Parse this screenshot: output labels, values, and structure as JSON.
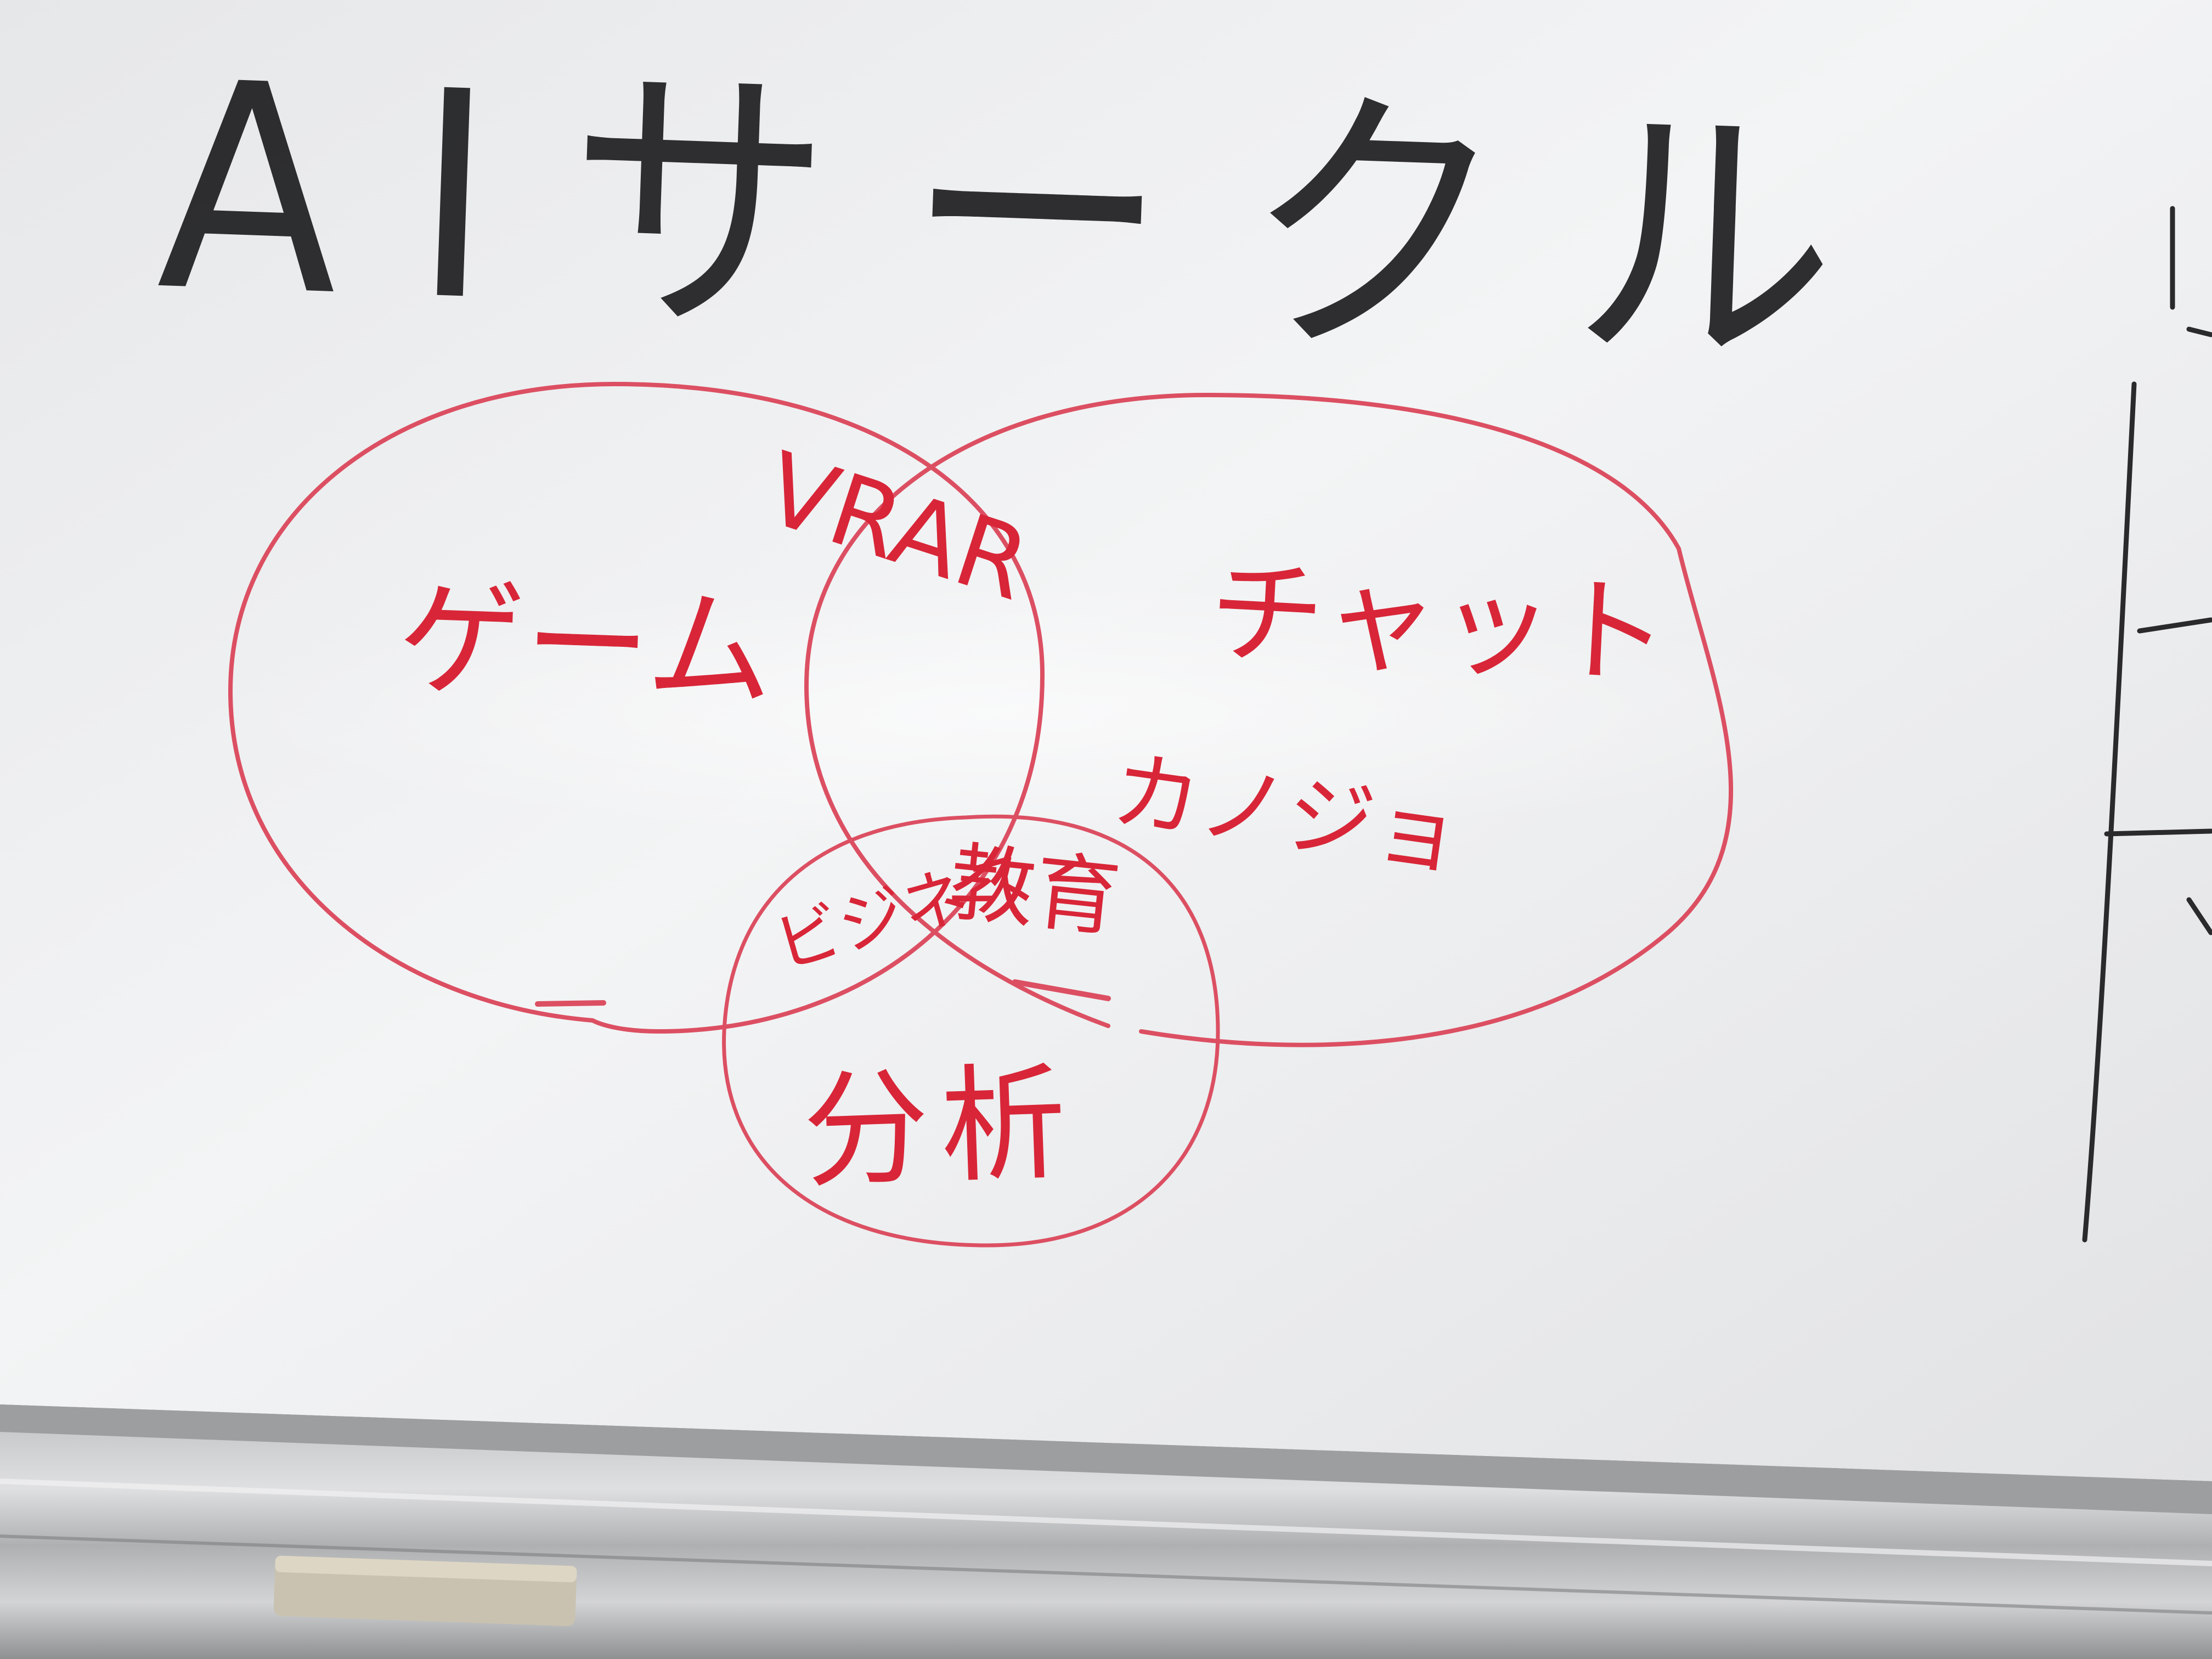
{
  "board": {
    "title": "AIサークル",
    "ink_colors": {
      "title": "#1e1e20",
      "diagram": "#d82638"
    }
  },
  "venn": {
    "circles": [
      {
        "label": "ゲーム"
      },
      {
        "label": "チャット"
      },
      {
        "label": "分析"
      }
    ],
    "overlaps": {
      "game_chat": "VRAR",
      "game_analysis": "ビジネス",
      "chat_analysis": "教育"
    },
    "inside_chat": "カノジョ"
  }
}
